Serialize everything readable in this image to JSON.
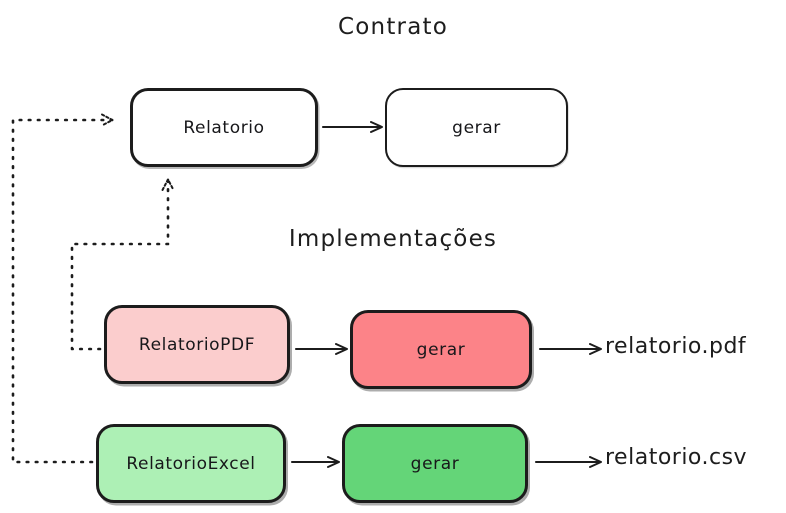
{
  "diagram": {
    "title_sections": {
      "contract": "Contrato",
      "implementations": "Implementações"
    },
    "nodes": {
      "interface_class": "Relatorio",
      "interface_method": "gerar",
      "pdf_class": "RelatorioPDF",
      "pdf_method": "gerar",
      "excel_class": "RelatorioExcel",
      "excel_method": "gerar"
    },
    "outputs": {
      "pdf_file": "relatorio.pdf",
      "csv_file": "relatorio.csv"
    },
    "colors": {
      "background": "#ffffff",
      "stroke": "#1c1c1c",
      "text": "#1d1d1d",
      "pdf_class_fill": "#FBCDCD",
      "pdf_method_fill": "#FC8388",
      "excel_class_fill": "#ADF0B5",
      "excel_method_fill": "#64D578",
      "interface_fill": "#ffffff"
    },
    "edges": [
      {
        "from": "Relatorio",
        "to": "gerar",
        "style": "solid-arrow"
      },
      {
        "from": "RelatorioPDF",
        "to": "gerar",
        "style": "solid-arrow"
      },
      {
        "from": "gerar",
        "to": "relatorio.pdf",
        "style": "solid-arrow"
      },
      {
        "from": "RelatorioExcel",
        "to": "gerar",
        "style": "solid-arrow"
      },
      {
        "from": "gerar",
        "to": "relatorio.csv",
        "style": "solid-arrow"
      },
      {
        "from": "RelatorioPDF",
        "to": "Relatorio",
        "style": "dotted-implements-arrow"
      },
      {
        "from": "RelatorioExcel",
        "to": "Relatorio",
        "style": "dotted-implements-arrow"
      }
    ]
  }
}
